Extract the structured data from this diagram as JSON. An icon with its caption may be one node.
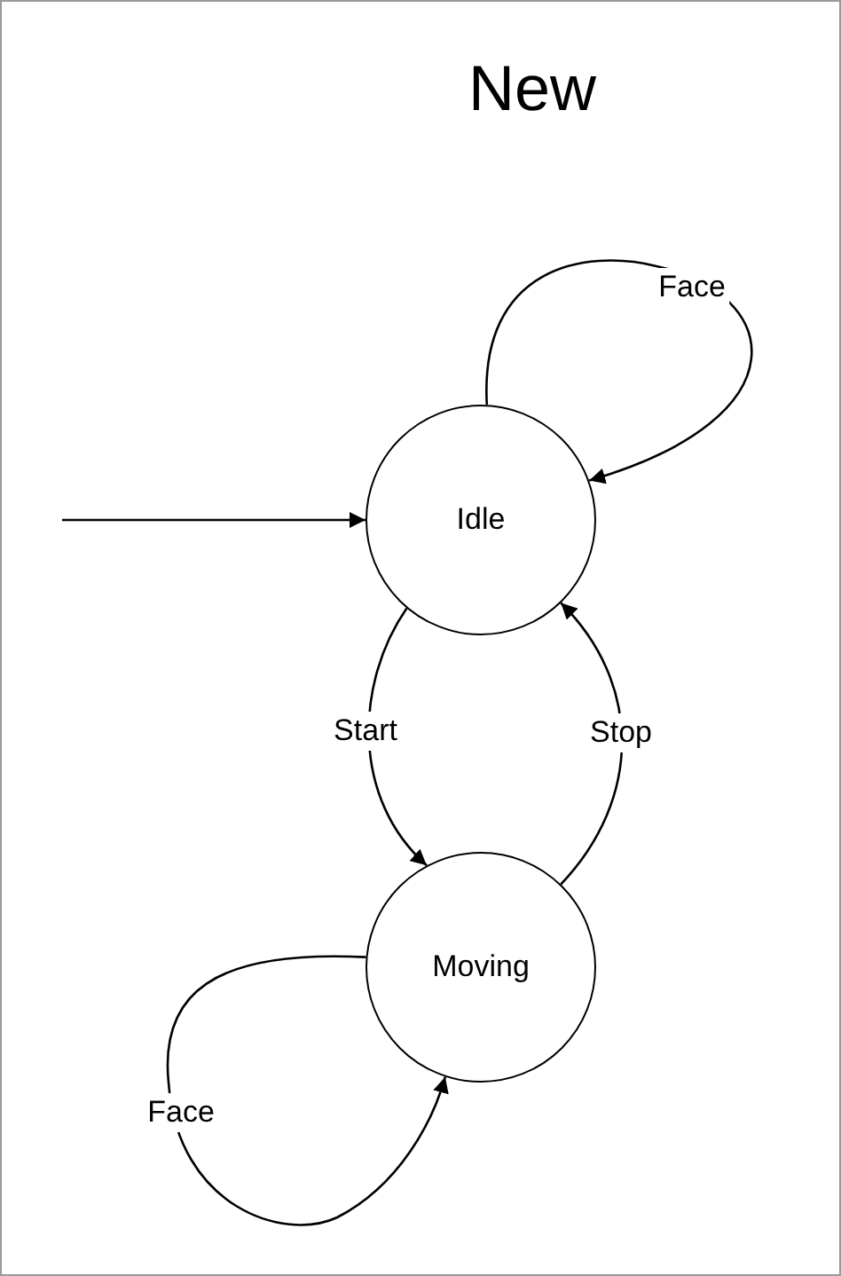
{
  "diagram": {
    "title": "New",
    "nodes": [
      {
        "text": [
          "Idle"
        ]
      },
      {
        "text": [
          "Moving"
        ]
      }
    ],
    "edges": [
      {
        "from": null,
        "to": 0,
        "arrow": "to"
      },
      {
        "from": 0,
        "to": 0,
        "arrow": "to",
        "label": "Face"
      },
      {
        "from": 0,
        "to": 1,
        "arrow": "to",
        "label": "Start"
      },
      {
        "from": 1,
        "to": 0,
        "arrow": "to",
        "label": "Stop"
      },
      {
        "from": 1,
        "to": 1,
        "arrow": "to",
        "label": "Face"
      }
    ]
  }
}
